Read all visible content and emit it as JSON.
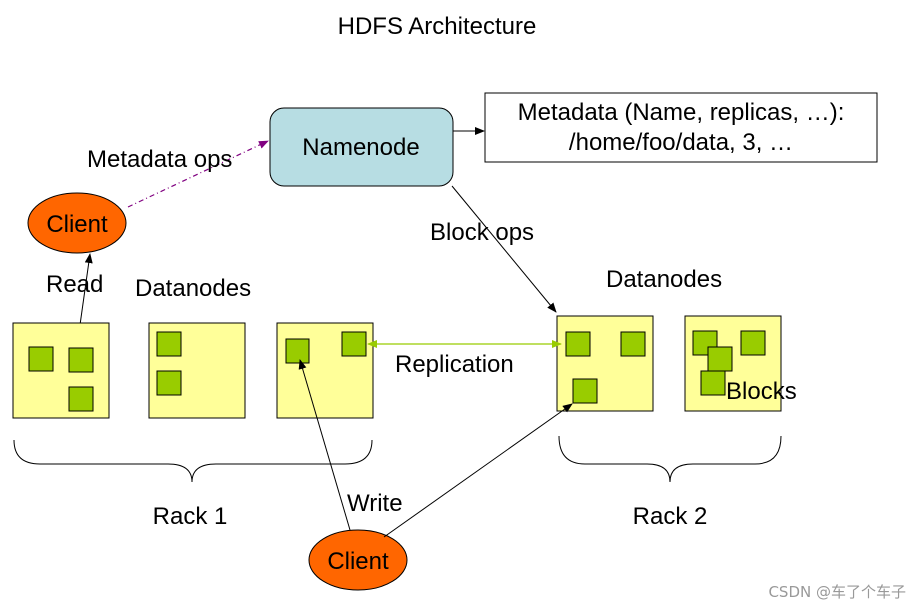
{
  "title": "HDFS Architecture",
  "namenode": {
    "label": "Namenode"
  },
  "metadata_box": {
    "line1": "Metadata (Name, replicas, …):",
    "line2": "/home/foo/data, 3, …"
  },
  "clients": {
    "top": "Client",
    "bottom": "Client"
  },
  "labels": {
    "metadata_ops": "Metadata ops",
    "block_ops": "Block ops",
    "read": "Read",
    "write": "Write",
    "replication": "Replication",
    "datanodes_left": "Datanodes",
    "datanodes_right": "Datanodes",
    "blocks": "Blocks",
    "rack1": "Rack 1",
    "rack2": "Rack 2"
  },
  "watermark": "CSDN @车了个车子",
  "colors": {
    "namenode_fill": "#b7dde3",
    "client_fill": "#ff6600",
    "datanode_fill": "#ffff99",
    "block_fill": "#99cc00",
    "metadata_ops_arrow": "#800080",
    "replication_arrow": "#99cc00"
  }
}
